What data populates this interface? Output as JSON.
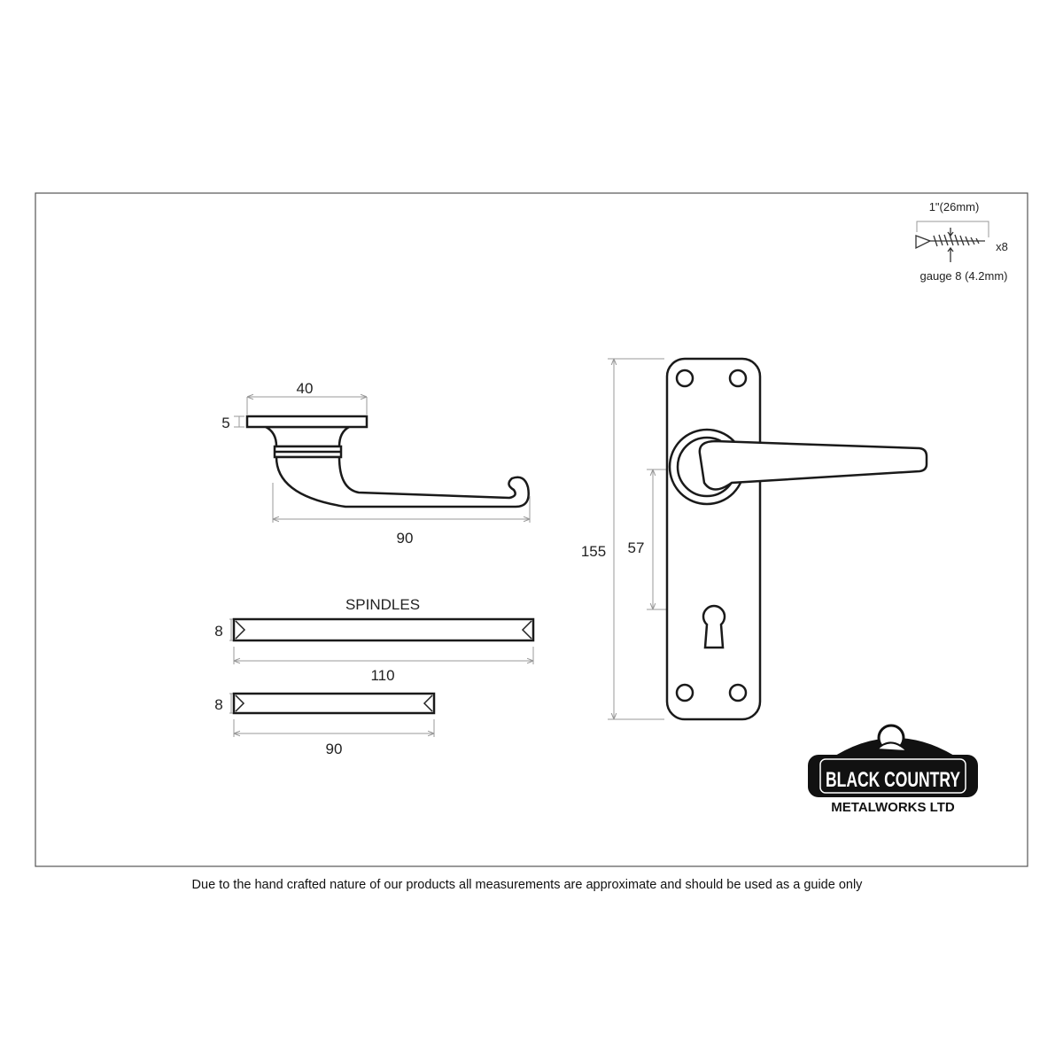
{
  "screw": {
    "length_label": "1\"(26mm)",
    "quantity_label": "x8",
    "gauge_label": "gauge 8 (4.2mm)"
  },
  "lever_side": {
    "rose_width": "40",
    "rose_thickness": "5",
    "projection": "90"
  },
  "spindles": {
    "title": "SPINDLES",
    "items": [
      {
        "thickness": "8",
        "length": "110"
      },
      {
        "thickness": "8",
        "length": "90"
      }
    ]
  },
  "backplate": {
    "height": "155",
    "centre_to_keyhole": "57"
  },
  "logo": {
    "line1": "BLACK COUNTRY",
    "line2": "METALWORKS LTD"
  },
  "footer": {
    "disclaimer": "Due to the hand crafted nature of our products all measurements are approximate and should be used as a guide only"
  }
}
